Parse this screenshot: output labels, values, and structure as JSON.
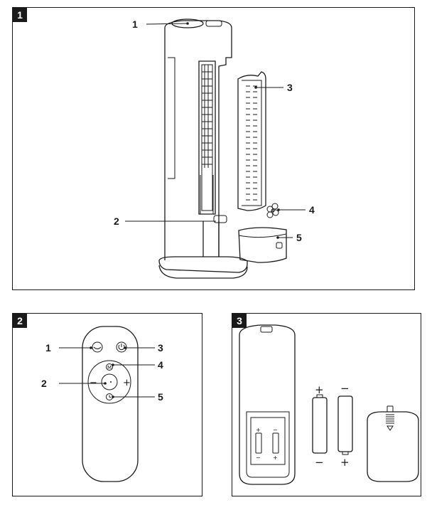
{
  "panels": [
    {
      "badge": "1",
      "callouts": {
        "c1": "1",
        "c2": "2",
        "c3": "3",
        "c4": "4",
        "c5": "5"
      }
    },
    {
      "badge": "2",
      "callouts": {
        "c1": "1",
        "c2": "2",
        "c3": "3",
        "c4": "4",
        "c5": "5"
      },
      "remote": {
        "minus": "−",
        "plus": "+",
        "mode": "M"
      }
    },
    {
      "badge": "3",
      "battery_symbols": {
        "plus": "+",
        "minus": "−"
      }
    }
  ]
}
